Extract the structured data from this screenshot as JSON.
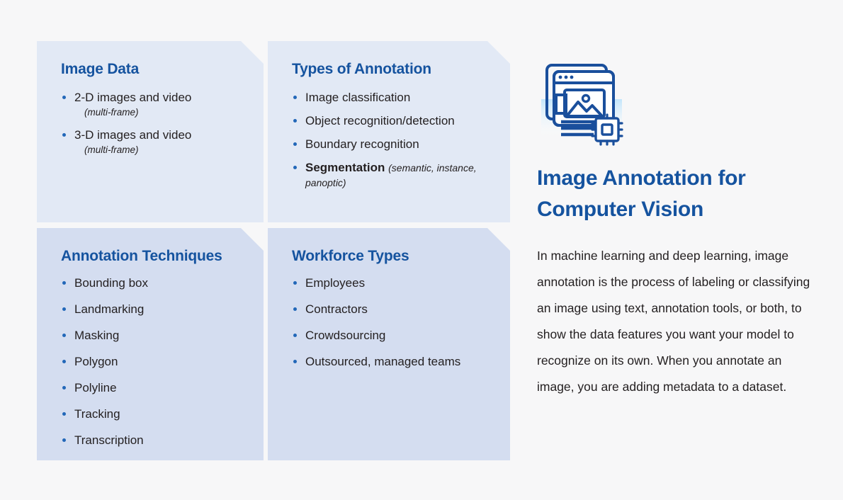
{
  "theme": {
    "background": "#f7f7f8",
    "card_light": "#e2e9f5",
    "card_dark": "#d4ddf0",
    "heading_blue": "#15539f",
    "bullet_blue": "#2267b8",
    "body_text": "#231f20"
  },
  "cards": [
    {
      "title": "Image Data",
      "items": [
        {
          "text": "2-D images and video",
          "sub": "(multi-frame)"
        },
        {
          "text": "3-D images and video",
          "sub": "(multi-frame)"
        }
      ]
    },
    {
      "title": "Types of Annotation",
      "items": [
        {
          "text": "Image classification"
        },
        {
          "text": "Object recognition/detection"
        },
        {
          "text": "Boundary recognition"
        },
        {
          "term": "Segmentation",
          "note": "(semantic, instance, panoptic)"
        }
      ]
    },
    {
      "title": "Annotation Techniques",
      "items": [
        {
          "text": "Bounding box"
        },
        {
          "text": "Landmarking"
        },
        {
          "text": "Masking"
        },
        {
          "text": "Polygon"
        },
        {
          "text": "Polyline"
        },
        {
          "text": "Tracking"
        },
        {
          "text": "Transcription"
        }
      ]
    },
    {
      "title": "Workforce Types",
      "items": [
        {
          "text": "Employees"
        },
        {
          "text": "Contractors"
        },
        {
          "text": "Crowdsourcing"
        },
        {
          "text": "Outsourced, managed teams"
        }
      ]
    }
  ],
  "hero": {
    "icon": "image-windows-chip-icon",
    "title": "Image Annotation for Computer Vision",
    "body": "In machine learning and deep learning, image annotation is the process of labeling or classifying an image using text, annotation tools, or both, to show the data features you want your model to recognize on its own. When you annotate an image, you are adding metadata to a dataset."
  }
}
